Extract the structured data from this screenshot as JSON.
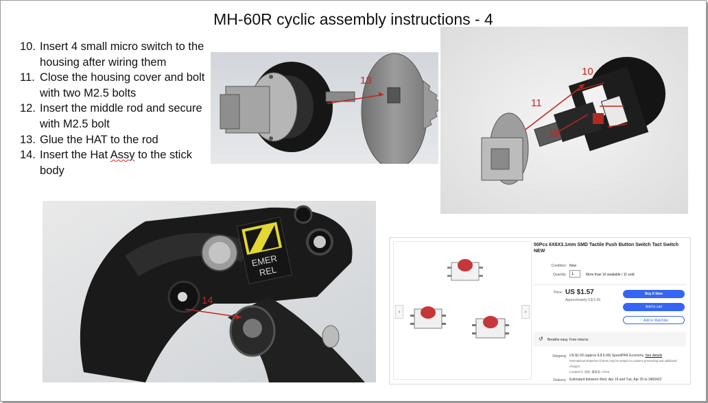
{
  "title": "MH-60R cyclic assembly instructions - 4",
  "steps": [
    {
      "num": "10.",
      "pre": "Insert 4 small micro switch to the housing after wiring them",
      "mark": "",
      "post": ""
    },
    {
      "num": "11.",
      "pre": "Close the housing cover and bolt with two M2.5 bolts",
      "mark": "",
      "post": ""
    },
    {
      "num": "12.",
      "pre": "Insert the middle rod and secure with M2.5 bolt",
      "mark": "",
      "post": ""
    },
    {
      "num": "13.",
      "pre": "Glue the HAT to the rod",
      "mark": "",
      "post": ""
    },
    {
      "num": "14.",
      "pre": "Insert the Hat ",
      "mark": "Assy",
      "post": " to the stick body"
    }
  ],
  "callouts": {
    "c13": "13",
    "c10": "10",
    "c11": "11",
    "c12": "12",
    "c14": "14"
  },
  "logo": {
    "line1": "EMER",
    "line2": "REL"
  },
  "colors": {
    "callout": "#c0281e",
    "buy_button": "#3665f3"
  },
  "listing": {
    "title": "50Pcs 6X6X3.1mm SMD Tactile Push Button Switch Tact Switch NEW",
    "condition_label": "Condition:",
    "condition_value": "New",
    "quantity_label": "Quantity:",
    "quantity_value": "1",
    "availability": "More than 10 available / 11 sold",
    "price_label": "Price:",
    "price": "US $1.57",
    "approx": "Approximately IL$ 5.69",
    "buy_now": "Buy It Now",
    "add_to_cart": "Add to cart",
    "add_to_watchlist": "♡ Add to Watchlist",
    "breathe": "Breathe easy. Free returns.",
    "shipping_label": "Shipping:",
    "shipping_text": "US $1.69 (approx IL$ 6.09) SpeedPAK Economy.",
    "shipping_link": "See details",
    "intl_note": "International shipment of items may be subject to customs processing and additional charges.",
    "located": "Located in: 深圳, 廣東省, China",
    "delivery_label": "Delivery:",
    "delivery_text": "Estimated between Wed, Apr 19 and Tue, Apr 25 to 3465422"
  }
}
